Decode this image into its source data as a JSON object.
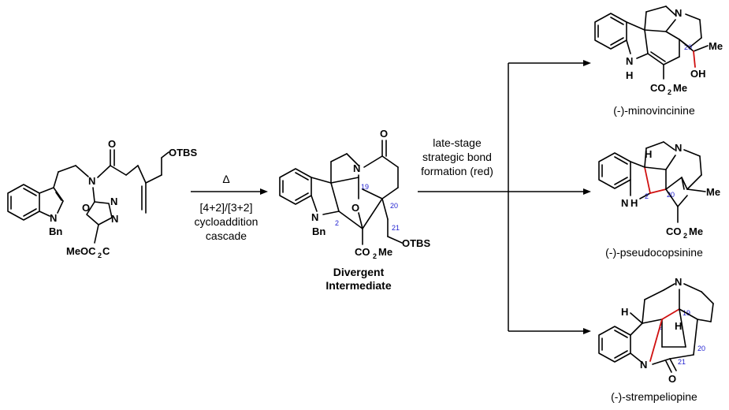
{
  "reaction": {
    "reagent_top": "Δ",
    "reagent_line1": "[4+2]/[3+2]",
    "reagent_line2": "cycloaddition",
    "reagent_line3": "cascade"
  },
  "starting_material": {
    "label_tbs": "OTBS",
    "label_bn": "Bn",
    "label_ester": "MeO",
    "label_ester_c": "C",
    "label_ester_tail": "2",
    "label_o_carbonyl": "O",
    "label_n_amide": "N",
    "label_n_indole": "N",
    "label_o_ring": "O",
    "label_n_ring1": "N",
    "label_n_ring2": "N"
  },
  "intermediate": {
    "caption_line1": "Divergent",
    "caption_line2": "Intermediate",
    "label_o_ketone": "O",
    "label_n_lactam": "N",
    "label_o_bridge": "O",
    "label_n_indoline": "N",
    "label_bn": "Bn",
    "label_ester": "CO",
    "label_ester_sub": "2",
    "label_ester_me": "Me",
    "label_tbs": "OTBS",
    "num_19": "19",
    "num_2": "2",
    "num_20": "20",
    "num_21": "21"
  },
  "branch_label": {
    "line1": "late-stage",
    "line2": "strategic bond",
    "line3": "formation (red)"
  },
  "products": [
    {
      "name": "(-)-minovincinine",
      "label_n": "N",
      "label_nh_n": "N",
      "label_nh_h": "H",
      "label_oh": "OH",
      "label_me": "Me",
      "label_ester": "CO",
      "label_ester_sub": "2",
      "label_ester_me": "Me",
      "num_20": "20"
    },
    {
      "name": "(-)-pseudocopsinine",
      "label_n": "N",
      "label_nh": "N",
      "label_h": "H",
      "label_me": "Me",
      "label_ester": "CO",
      "label_ester_sub": "2",
      "label_ester_me": "Me",
      "num_2": "2",
      "num_20": "20"
    },
    {
      "name": "(-)-strempeliopine",
      "label_n_top": "N",
      "label_n_indole": "N",
      "label_h1": "H",
      "label_h2": "H",
      "label_o": "O",
      "num_19": "19",
      "num_2": "2",
      "num_21": "21",
      "num_20": "20"
    }
  ]
}
